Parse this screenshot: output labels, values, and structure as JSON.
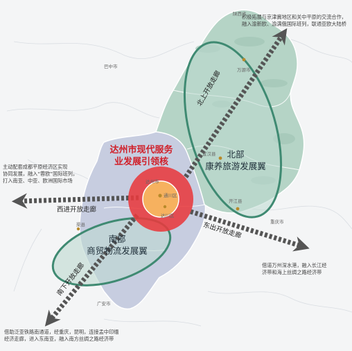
{
  "core": {
    "title_line1": "达州市现代服务",
    "title_line2": "业发展引领核"
  },
  "north_wing": {
    "line1": "北部",
    "line2": "康养旅游发展翼"
  },
  "south_wing": {
    "line1": "南部",
    "line2": "商贸物流发展翼"
  },
  "corridors": {
    "north": "北上开放走廊",
    "west": "西进开放走廊",
    "east": "东出开放走廊",
    "south": "南下开放走廊"
  },
  "notes": {
    "north_line1": "积极拓展与京津冀地区和关中平原的交流合作，",
    "north_line2": "融入渝新欧、渝满俄国际班列，联通亚欧大陆桥",
    "west_line1": "主动配套成都平原经济区实现",
    "west_line2": "协同发展，融入“蓉欧”国际班列，",
    "west_line3": "打入南亚、中亚、欧洲国际市场",
    "east_line1": "借道万州深水港，融入长江经",
    "east_line2": "济带和海上丝绸之路经济带",
    "south_line1": "借助泛亚铁路南通道，经重庆，昆明，连接孟中印缅",
    "south_line2": "经济走廊，进入东南亚，融入南方丝绸之路经济带"
  },
  "places": {
    "shaanxi": "陕西省",
    "bazhong": "巴中市",
    "wanyuan": "万源市",
    "xuanhan": "宣汉县",
    "dazhou": "达州市",
    "dachuan": "达川区",
    "tongchuan": "通川区",
    "kaijiang": "开江县",
    "qu": "渠县",
    "chongqing": "重庆市",
    "guangan": "广安市"
  },
  "colors": {
    "wing_stroke": "#3f8a72",
    "wing_fill": "#bcd9d0",
    "core_red": "#e83a3d",
    "core_orange": "#f6b15f",
    "corridor_arrow": "#555555",
    "north_region": "#b7d6c8",
    "south_region": "#c4ccdf"
  }
}
